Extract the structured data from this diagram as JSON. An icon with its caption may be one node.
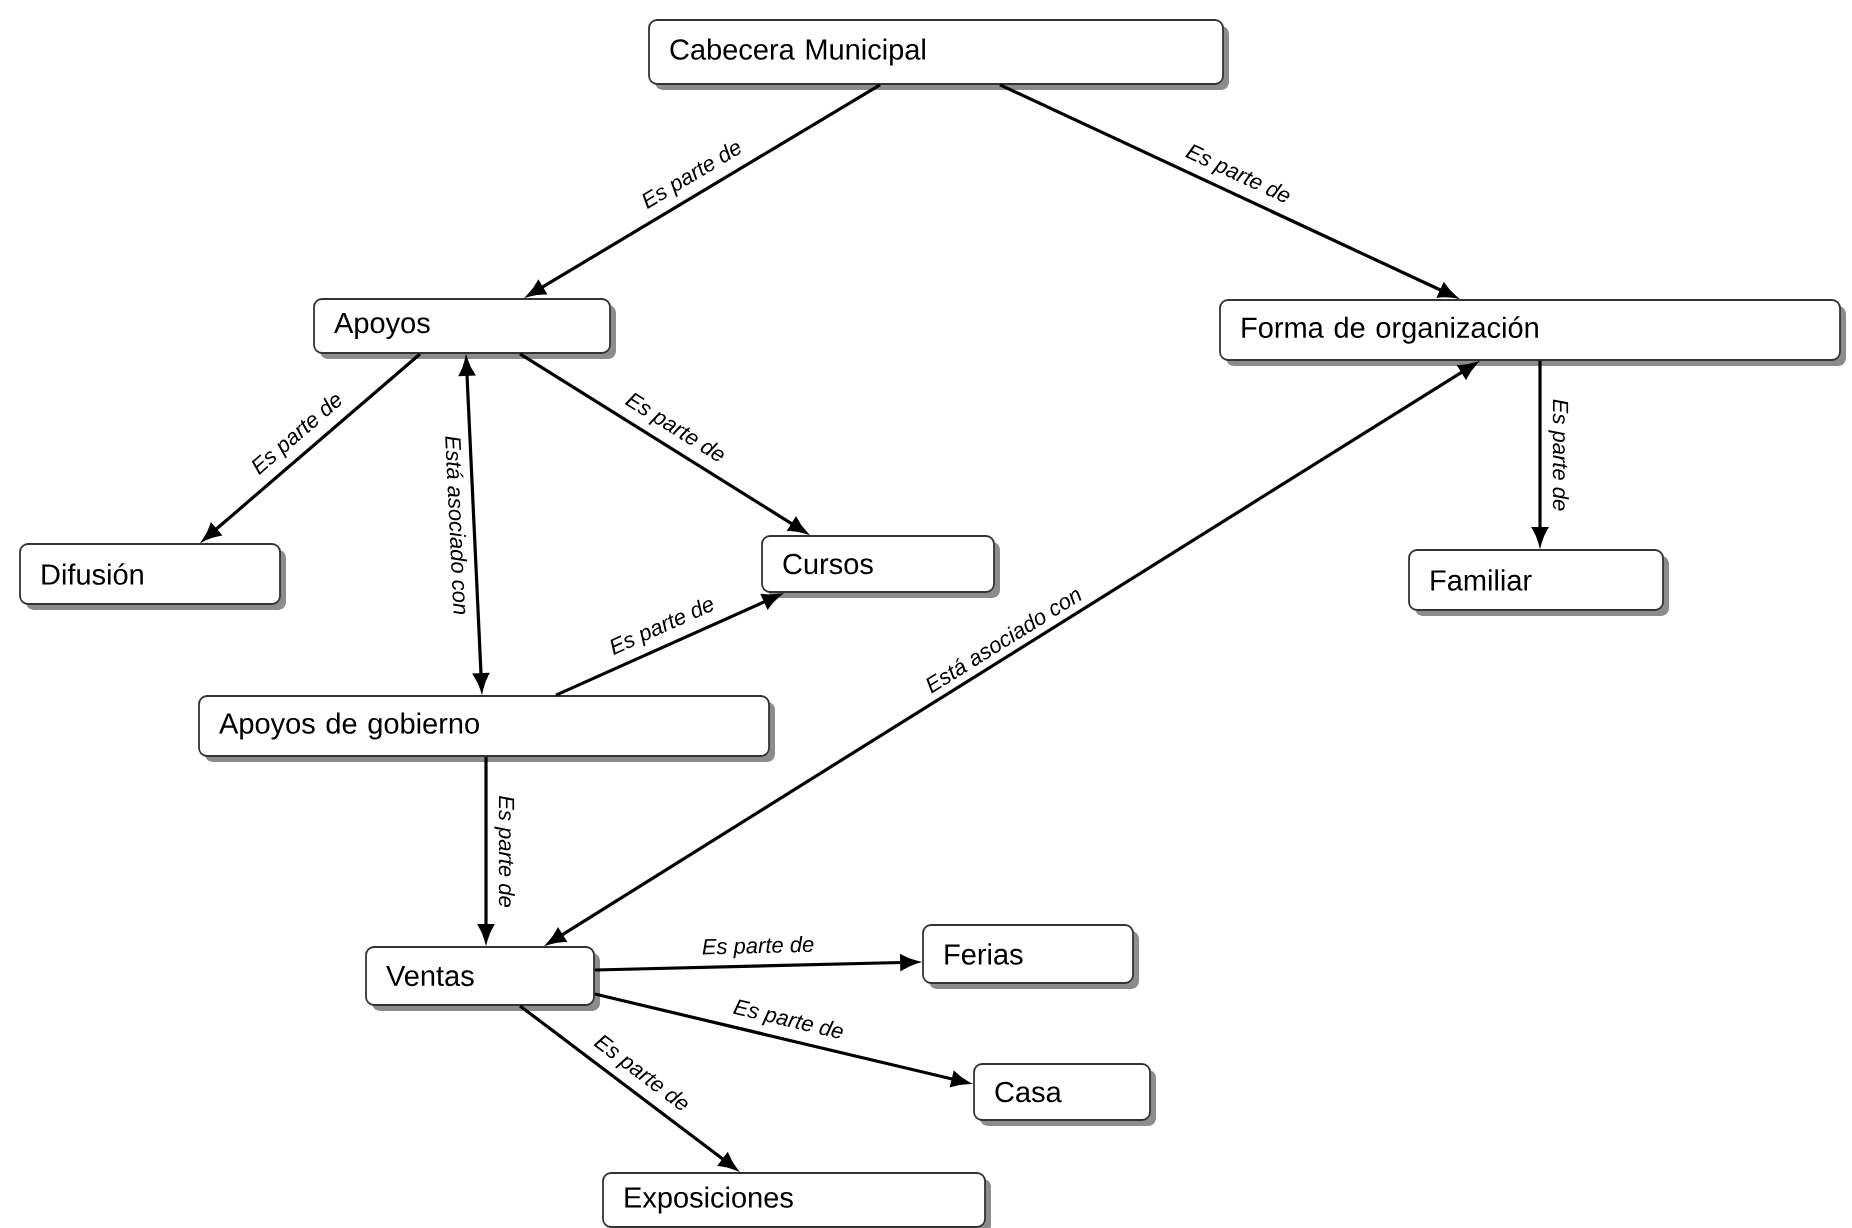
{
  "diagram": {
    "nodes": [
      {
        "text": [
          "Cabecera Municipal"
        ]
      },
      {
        "text": [
          "Apoyos"
        ]
      },
      {
        "text": [
          "Forma de organización"
        ]
      },
      {
        "text": [
          "Difusión"
        ]
      },
      {
        "text": [
          "Cursos"
        ]
      },
      {
        "text": [
          "Familiar"
        ]
      },
      {
        "text": [
          "Apoyos de gobierno"
        ]
      },
      {
        "text": [
          "Ventas"
        ]
      },
      {
        "text": [
          "Ferias"
        ]
      },
      {
        "text": [
          "Casa"
        ]
      },
      {
        "text": [
          "Exposiciones"
        ]
      }
    ],
    "edges": [
      {
        "from": 0,
        "to": 1,
        "arrow": "to",
        "label": "Es parte de"
      },
      {
        "from": 0,
        "to": 2,
        "arrow": "to",
        "label": "Es parte de"
      },
      {
        "from": 1,
        "to": 3,
        "arrow": "to",
        "label": "Es parte de"
      },
      {
        "from": 1,
        "to": 4,
        "arrow": "to",
        "label": "Es parte de"
      },
      {
        "from": 1,
        "to": 6,
        "arrow": "both",
        "label": "Está asociado con"
      },
      {
        "from": 6,
        "to": 4,
        "arrow": "to",
        "label": "Es parte de"
      },
      {
        "from": 7,
        "to": 2,
        "arrow": "both",
        "label": "Está asociado con"
      },
      {
        "from": 6,
        "to": 7,
        "arrow": "to",
        "label": "Es parte de"
      },
      {
        "from": 2,
        "to": 5,
        "arrow": "to",
        "label": "Es parte de"
      },
      {
        "from": 7,
        "to": 8,
        "arrow": "to",
        "label": "Es parte de"
      },
      {
        "from": 7,
        "to": 9,
        "arrow": "to",
        "label": "Es parte de"
      },
      {
        "from": 7,
        "to": 10,
        "arrow": "to",
        "label": "Es parte de"
      }
    ]
  }
}
